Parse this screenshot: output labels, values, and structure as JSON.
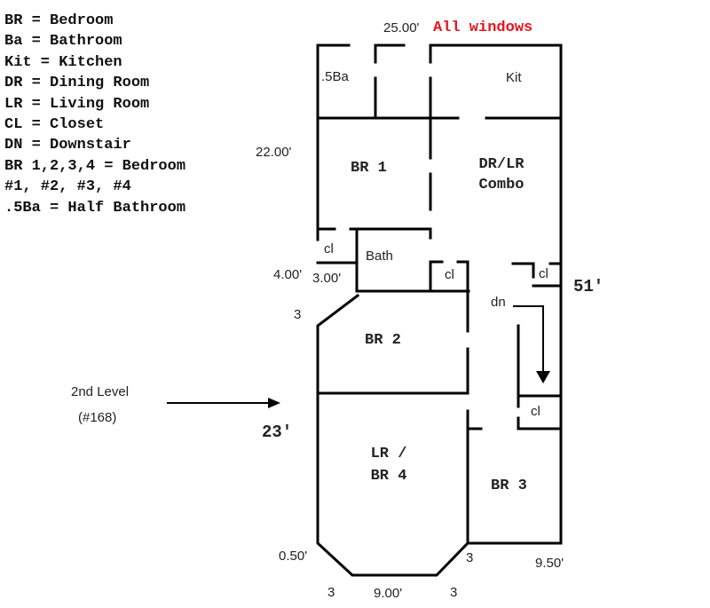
{
  "legend": [
    "BR = Bedroom",
    "Ba = Bathroom",
    "Kit = Kitchen",
    "DR = Dining Room",
    "LR = Living Room",
    "CL = Closet",
    "DN = Downstair",
    "BR 1,2,3,4 = Bedroom",
    "#1, #2, #3, #4",
    ".5Ba = Half Bathroom"
  ],
  "notes": {
    "windows": "All windows",
    "windows_color": "#e8141c"
  },
  "level": {
    "label": "2nd Level",
    "unit": "(#168)"
  },
  "rooms": {
    "half_bath": ".5Ba",
    "kitchen": "Kit",
    "br1": "BR 1",
    "dr_lr_line1": "DR/LR",
    "dr_lr_line2": "Combo",
    "bath": "Bath",
    "closet": "cl",
    "br2": "BR 2",
    "lr_br4_line1": "LR /",
    "lr_br4_line2": "BR 4",
    "br3": "BR 3",
    "stairs": "dn"
  },
  "dimensions": {
    "top_width": "25.00'",
    "height_upper": "22.00'",
    "offset_4": "4.00'",
    "offset_3": "3.00'",
    "chamfer_top": "3",
    "overall_length": "51'",
    "overall_width": "23'",
    "bay_offset": "0.50'",
    "bay_left": "3",
    "bay_width": "9.00'",
    "bay_right": "3",
    "bottom_right": "9.50'",
    "corner_3": "3"
  }
}
